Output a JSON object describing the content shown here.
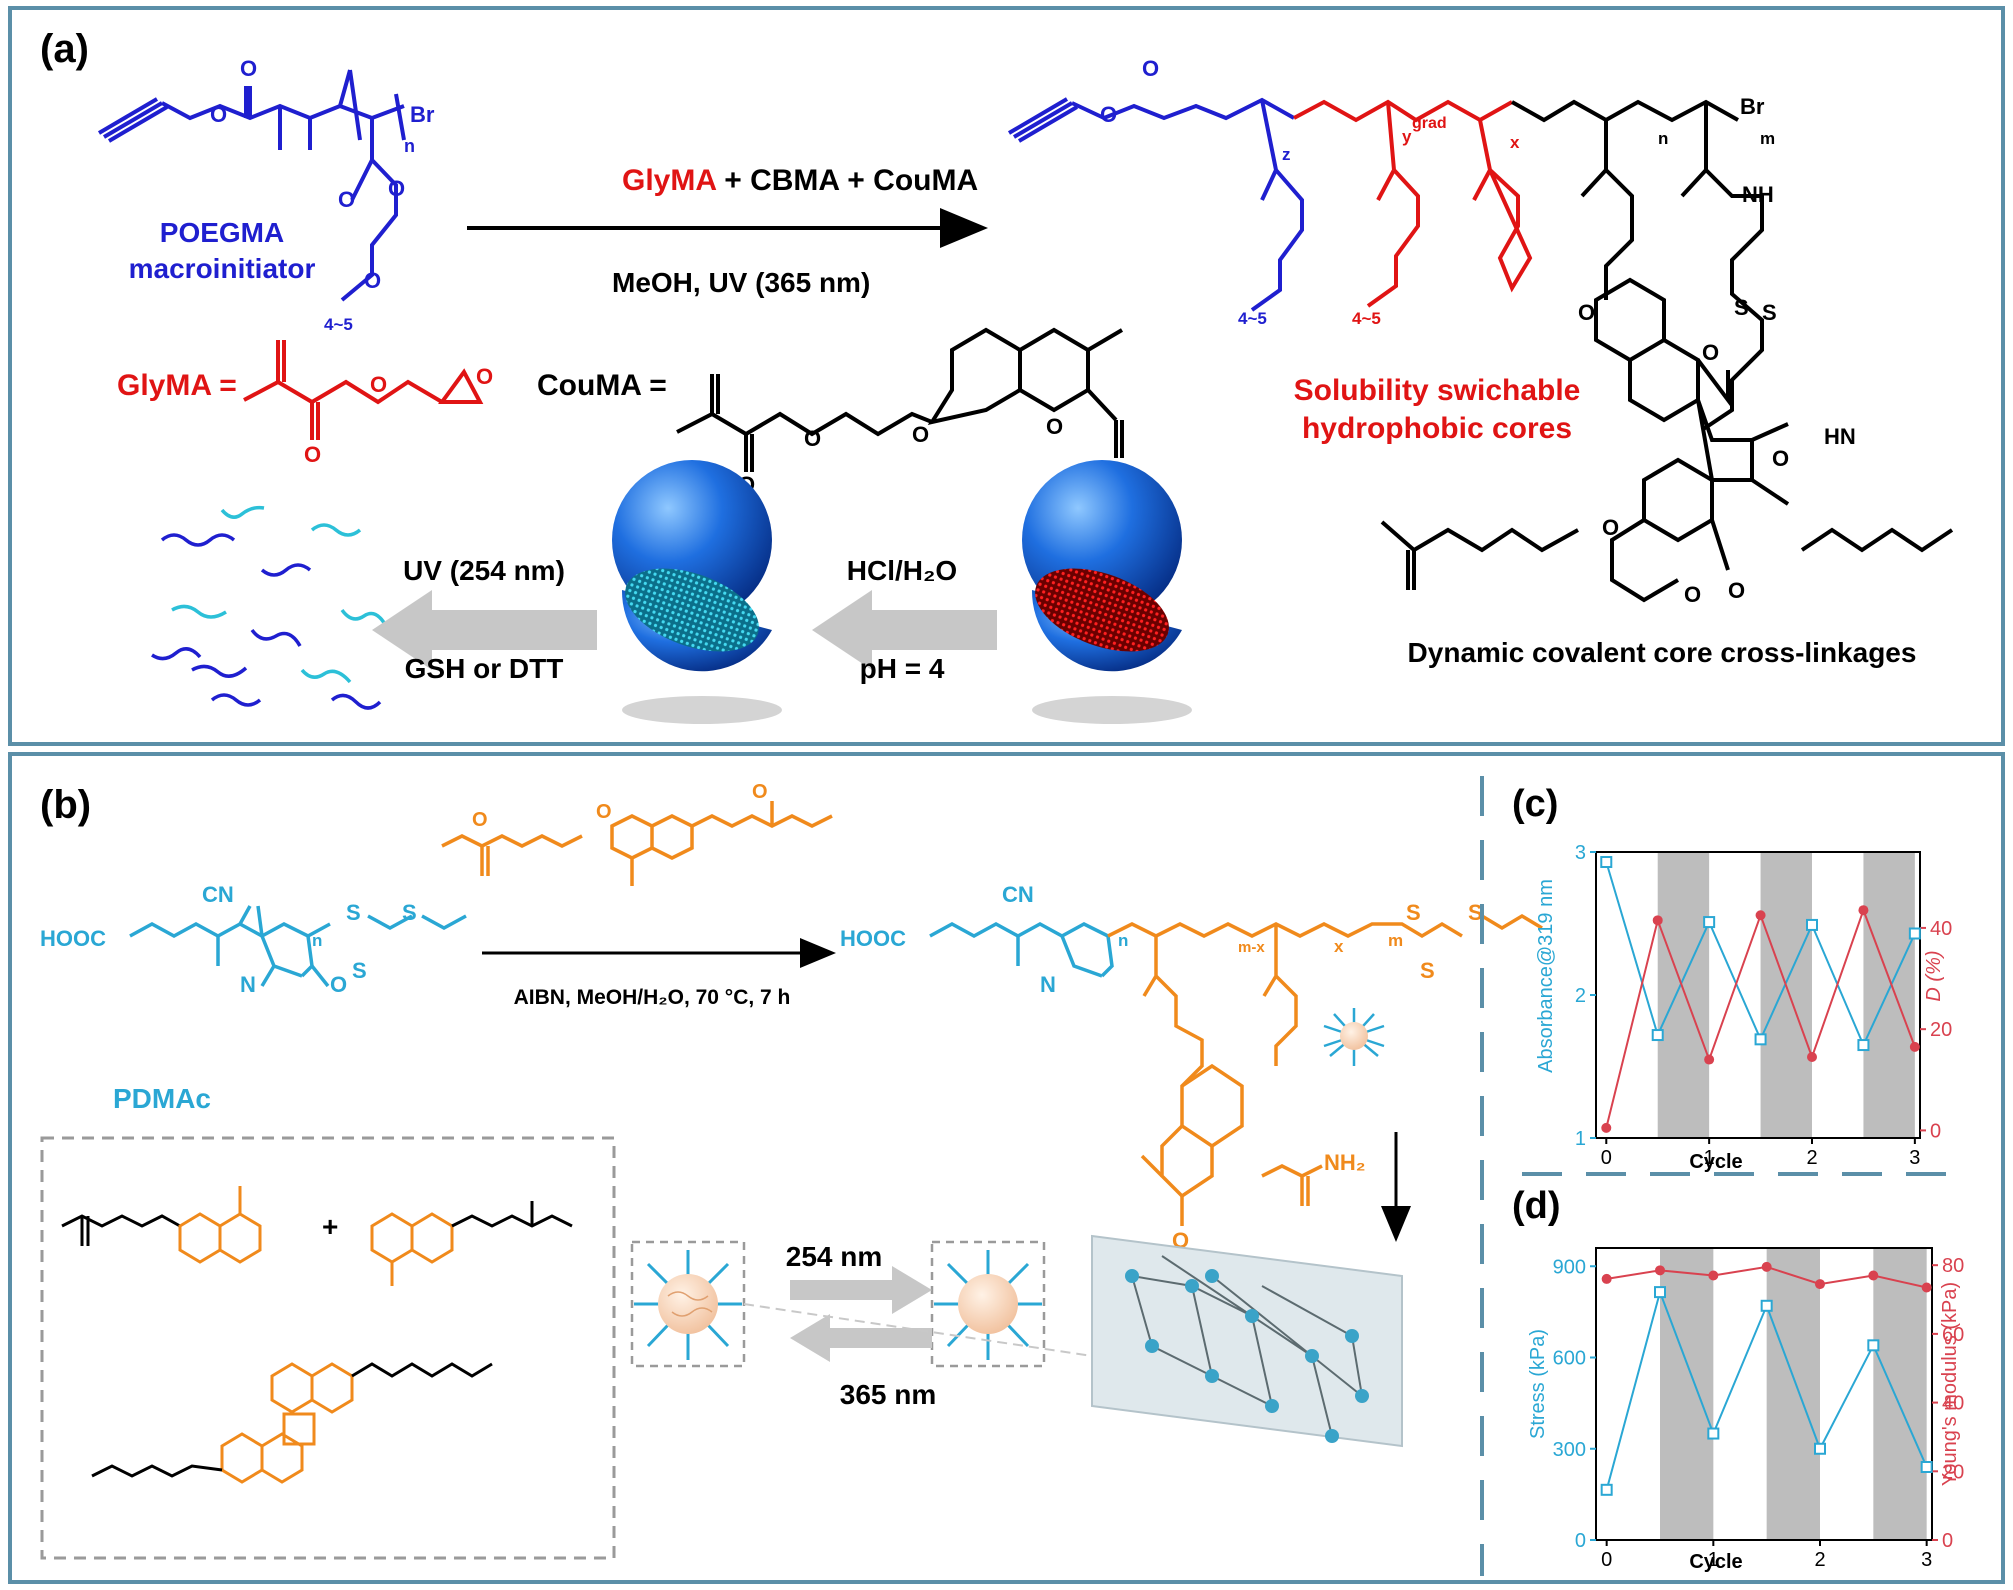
{
  "panel_a": {
    "label": "(a)",
    "macroinitiator_line1": "POEGMA",
    "macroinitiator_line2": "macroinitiator",
    "br": "Br",
    "n": "n",
    "rep": "4~5",
    "reagents_red": "GlyMA",
    "reagents_rest": " + CBMA + CouMA",
    "conditions": "MeOH, UV (365 nm)",
    "glyma_label": "GlyMA =",
    "couma_label": "CouMA =",
    "product_subscripts": {
      "z": "z",
      "y": "y",
      "grad": "grad",
      "x": "x",
      "n": "n",
      "m": "m"
    },
    "atoms": {
      "O": "O",
      "NH": "NH",
      "HN": "HN",
      "S": "S"
    },
    "solubility_line1": "Solubility swichable",
    "solubility_line2": "hydrophobic cores",
    "dynamic_label": "Dynamic covalent core cross-linkages",
    "step1_top": "HCl/H₂O",
    "step1_bottom": "pH = 4",
    "step2_top": "UV (254 nm)",
    "step2_bottom": "GSH or DTT",
    "colors": {
      "blue": "#1f1fcf",
      "red": "#e01414",
      "black": "#000000"
    }
  },
  "panel_b": {
    "label": "(b)",
    "hooc": "HOOC",
    "cn": "CN",
    "pdmac": "PDMAc",
    "conditions": "AIBN, MeOH/H₂O, 70 °C, 7 h",
    "subscripts": {
      "n": "n",
      "mx": "m-x",
      "x": "x",
      "m": "m"
    },
    "atoms": {
      "S": "S",
      "N": "N",
      "O": "O",
      "NH2": "NH₂"
    },
    "plus": "+",
    "wave_254": "254 nm",
    "wave_365": "365 nm",
    "colors": {
      "cyan": "#2aa7d4",
      "orange": "#f08a1c"
    }
  },
  "chart_c": {
    "label": "(c)",
    "type": "line",
    "xlabel": "Cycle",
    "ylabel_left": "Absorbance@319 nm",
    "ylabel_right": "D (%)",
    "x_ticks": [
      "0",
      "1",
      "2",
      "3"
    ],
    "y_left_ticks": [
      "1",
      "2",
      "3"
    ],
    "y_right_ticks": [
      "0",
      "20",
      "40"
    ],
    "ylim_left": [
      1,
      3
    ],
    "ylim_right": [
      -1.5,
      55
    ],
    "shaded_intervals": [
      [
        0.5,
        1
      ],
      [
        1.5,
        2
      ],
      [
        2.5,
        3
      ]
    ],
    "series": [
      {
        "name": "Absorbance@319 nm",
        "axis": "left",
        "color": "#2aa7d4",
        "marker": "square-open",
        "x": [
          0,
          0.5,
          1,
          1.5,
          2,
          2.5,
          3
        ],
        "values": [
          2.93,
          1.72,
          2.51,
          1.69,
          2.49,
          1.65,
          2.43
        ]
      },
      {
        "name": "D (%)",
        "axis": "right",
        "color": "#d9424f",
        "marker": "circle-filled",
        "x": [
          0,
          0.5,
          1,
          1.5,
          2,
          2.5,
          3
        ],
        "values": [
          0.5,
          41.5,
          14,
          42.5,
          14.5,
          43.5,
          16.5
        ]
      }
    ]
  },
  "chart_d": {
    "label": "(d)",
    "type": "line",
    "xlabel": "Cycle",
    "ylabel_left": "Stress (kPa)",
    "ylabel_right": "Young's modulus (kPa)",
    "x_ticks": [
      "0",
      "1",
      "2",
      "3"
    ],
    "y_left_ticks": [
      "0",
      "300",
      "600",
      "900"
    ],
    "y_right_ticks": [
      "0",
      "20",
      "40",
      "60",
      "80"
    ],
    "ylim_left": [
      0,
      960
    ],
    "ylim_right": [
      0,
      85
    ],
    "shaded_intervals": [
      [
        0.5,
        1
      ],
      [
        1.5,
        2
      ],
      [
        2.5,
        3
      ]
    ],
    "series": [
      {
        "name": "Stress (kPa)",
        "axis": "left",
        "color": "#2aa7d4",
        "marker": "square-open",
        "x": [
          0,
          0.5,
          1,
          1.5,
          2,
          2.5,
          3
        ],
        "values": [
          165,
          815,
          350,
          770,
          300,
          640,
          240
        ]
      },
      {
        "name": "Young's modulus (kPa)",
        "axis": "right",
        "color": "#d9424f",
        "marker": "circle-filled",
        "x": [
          0,
          0.5,
          1,
          1.5,
          2,
          2.5,
          3
        ],
        "values": [
          76,
          78.5,
          77,
          79.5,
          74.5,
          77,
          73.5
        ]
      }
    ]
  }
}
